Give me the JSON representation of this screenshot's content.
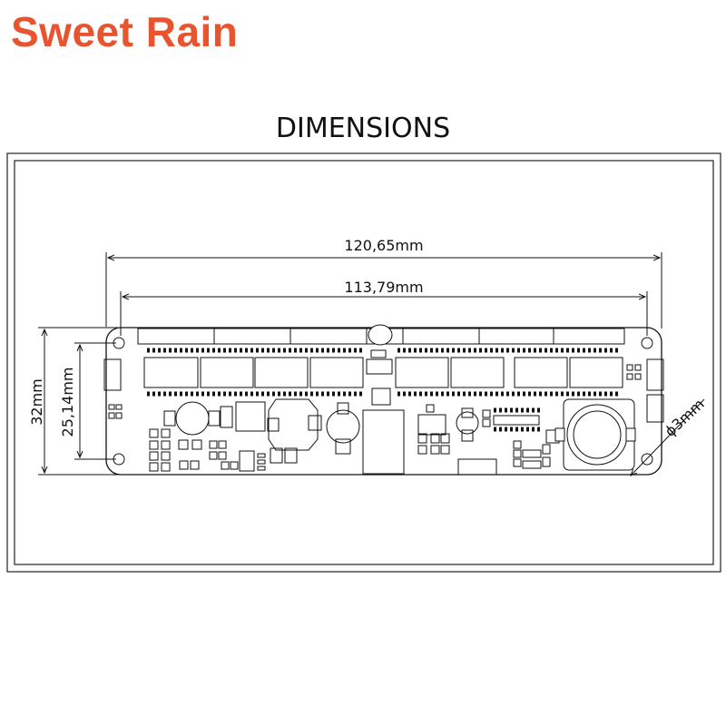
{
  "brand": {
    "name": "Sweet Rain",
    "color": "#e8542d"
  },
  "heading": "DIMENSIONS",
  "dimensions": {
    "overall_length": "120,65mm",
    "hole_spacing_length": "113,79mm",
    "overall_height": "32mm",
    "hole_spacing_height": "25,14mm",
    "hole_diameter": "3mm",
    "diameter_symbol": "ϕ"
  }
}
